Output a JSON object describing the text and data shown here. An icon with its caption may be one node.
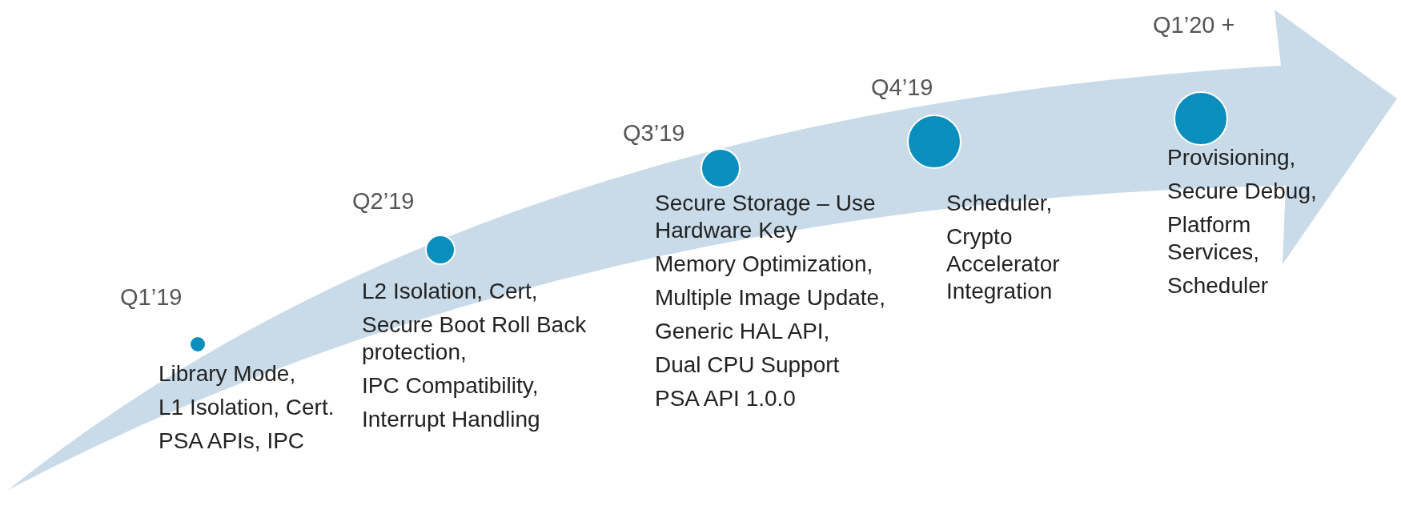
{
  "diagram": {
    "nodes": [
      {
        "text": [],
        "shape": "circle",
        "beside": [
          "Q1’19",
          "Library Mode,",
          "L1 Isolation, Cert.",
          "PSA APIs, IPC"
        ]
      },
      {
        "text": [],
        "shape": "circle",
        "beside": [
          "Q2’19",
          "L2 Isolation, Cert,",
          "Secure Boot Roll Back protection,",
          "IPC Compatibility,",
          "Interrupt Handling"
        ]
      },
      {
        "text": [],
        "shape": "circle",
        "beside": [
          "Q3’19",
          "Secure Storage – Use Hardware Key",
          "Memory Optimization,",
          "Multiple Image Update,",
          "Generic HAL API,",
          "Dual CPU Support",
          "PSA API 1.0.0"
        ]
      },
      {
        "text": [],
        "shape": "circle",
        "beside": [
          "Q4’19",
          "Scheduler,",
          "Crypto Accelerator Integration"
        ]
      },
      {
        "text": [],
        "shape": "circle",
        "beside": [
          "Q1’20 +",
          "Provisioning,",
          "Secure Debug,",
          "Platform Services,",
          "Scheduler"
        ]
      }
    ]
  }
}
